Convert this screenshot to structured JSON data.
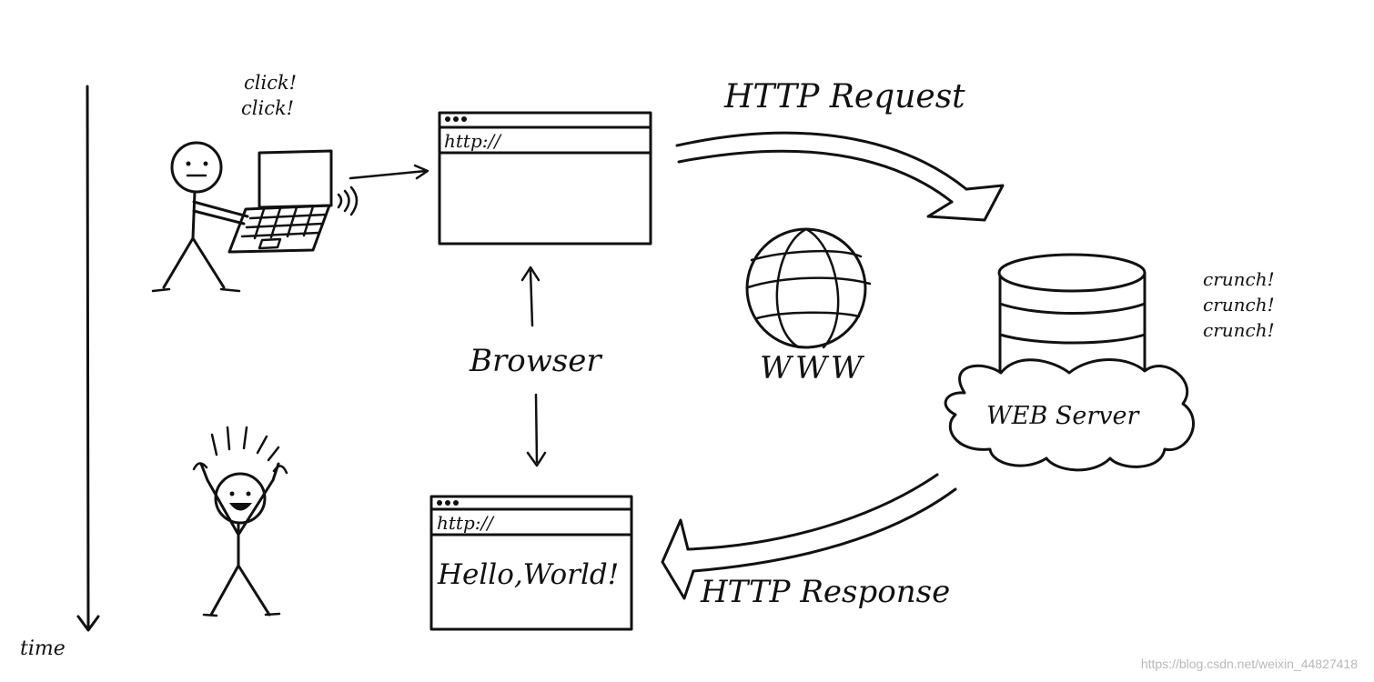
{
  "labels": {
    "click_line1": "click!",
    "click_line2": "click!",
    "browser_url_top": "http://",
    "browser_url_bottom": "http://",
    "hello_world": "Hello,World!",
    "browser": "Browser",
    "http_request": "HTTP Request",
    "http_response": "HTTP Response",
    "www": "WWW",
    "web_server": "WEB Server",
    "crunch_1": "crunch!",
    "crunch_2": "crunch!",
    "crunch_3": "crunch!",
    "time": "time"
  },
  "watermark": "https://blog.csdn.net/weixin_44827418",
  "colors": {
    "ink": "#111111",
    "background": "#ffffff",
    "watermark": "#b8b8b8"
  }
}
